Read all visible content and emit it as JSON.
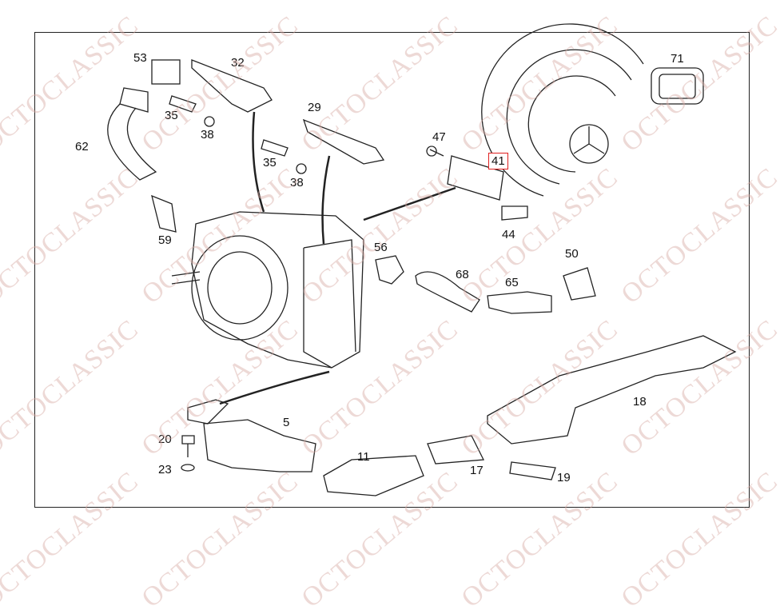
{
  "watermark": "OCTOCLASSIC",
  "highlight_color": "#e02020",
  "highlighted_part": "41",
  "labels": [
    {
      "id": "53",
      "text": "53"
    },
    {
      "id": "32",
      "text": "32"
    },
    {
      "id": "71",
      "text": "71"
    },
    {
      "id": "29",
      "text": "29"
    },
    {
      "id": "35a",
      "text": "35"
    },
    {
      "id": "38a",
      "text": "38"
    },
    {
      "id": "62",
      "text": "62"
    },
    {
      "id": "47",
      "text": "47"
    },
    {
      "id": "41",
      "text": "41"
    },
    {
      "id": "35b",
      "text": "35"
    },
    {
      "id": "38b",
      "text": "38"
    },
    {
      "id": "44",
      "text": "44"
    },
    {
      "id": "59",
      "text": "59"
    },
    {
      "id": "56",
      "text": "56"
    },
    {
      "id": "50",
      "text": "50"
    },
    {
      "id": "68",
      "text": "68"
    },
    {
      "id": "65",
      "text": "65"
    },
    {
      "id": "18",
      "text": "18"
    },
    {
      "id": "5",
      "text": "5"
    },
    {
      "id": "20",
      "text": "20"
    },
    {
      "id": "11",
      "text": "11"
    },
    {
      "id": "23",
      "text": "23"
    },
    {
      "id": "17",
      "text": "17"
    },
    {
      "id": "19",
      "text": "19"
    }
  ]
}
